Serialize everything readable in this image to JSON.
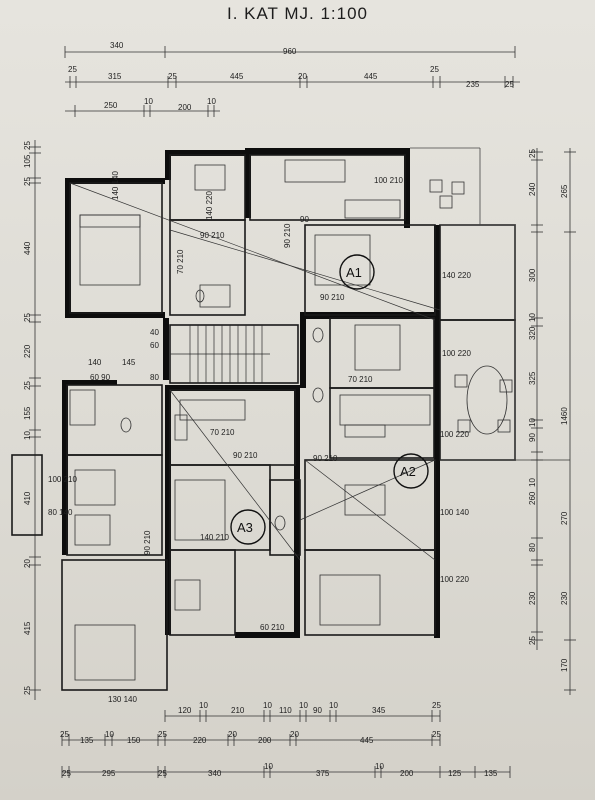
{
  "title": "I. KAT  MJ. 1:100",
  "units": [
    {
      "id": "A1",
      "label": "A1"
    },
    {
      "id": "A2",
      "label": "A2"
    },
    {
      "id": "A3",
      "label": "A3"
    }
  ],
  "dims_top": {
    "row1": [
      "340",
      "960"
    ],
    "row2": [
      "25",
      "315",
      "25",
      "445",
      "20",
      "445",
      "25",
      "235",
      "25"
    ],
    "row3": [
      "250",
      "10",
      "200",
      "10"
    ]
  },
  "dims_bottom": {
    "row1": [
      "120",
      "10",
      "210",
      "10",
      "110",
      "10",
      "90",
      "10",
      "345",
      "25"
    ],
    "row2": [
      "25",
      "135",
      "10",
      "150",
      "25",
      "220",
      "20",
      "200",
      "20",
      "445",
      "25"
    ],
    "row3": [
      "25",
      "295",
      "25",
      "340",
      "10",
      "375",
      "10",
      "200",
      "125",
      "135"
    ]
  },
  "dims_left": [
    "25",
    "105",
    "25",
    "440",
    "25",
    "220",
    "25",
    "155",
    "10",
    "410",
    "20",
    "415",
    "25"
  ],
  "dims_right": [
    "25",
    "240",
    "265",
    "300",
    "10",
    "320",
    "325",
    "90",
    "10",
    "1460",
    "260",
    "270",
    "10",
    "80",
    "230",
    "230",
    "25",
    "170"
  ],
  "openings": [
    "140 140",
    "100 210",
    "140 220",
    "90 210",
    "70 210",
    "90 210",
    "140 220",
    "90 210",
    "100 220",
    "70 210",
    "100 220",
    "90 210",
    "70 210",
    "90 210",
    "100 210",
    "80 140",
    "90 210",
    "140 210",
    "60 210",
    "100 140",
    "100 220",
    "130 140",
    "60 90"
  ],
  "misc_labels": [
    "40",
    "60",
    "145",
    "140",
    "80",
    "90"
  ]
}
